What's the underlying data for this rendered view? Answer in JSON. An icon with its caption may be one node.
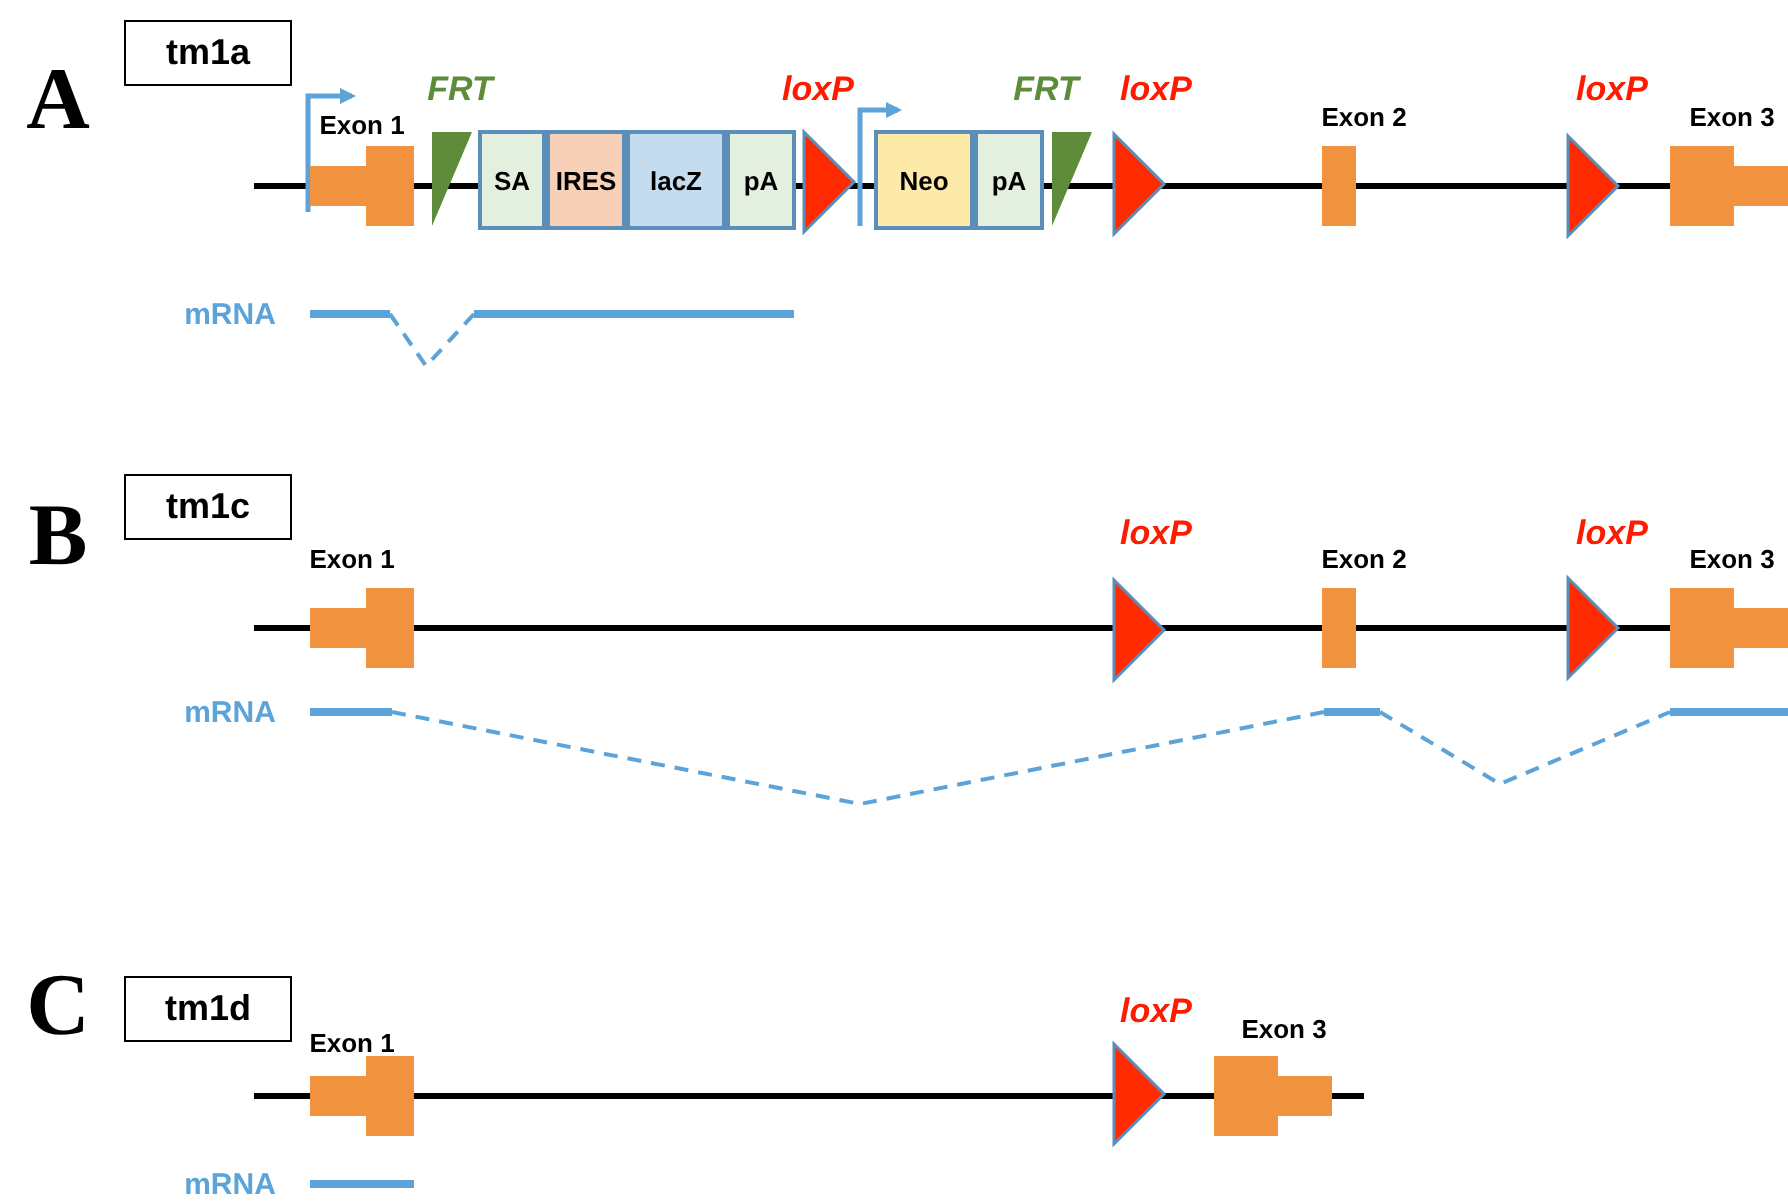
{
  "diagram": {
    "nodes": [
      {
        "text": [
          "tm1a"
        ]
      },
      {
        "text": [
          "Exon 1"
        ]
      },
      {
        "text": [
          "FRT"
        ]
      },
      {
        "text": [
          "SA"
        ]
      },
      {
        "text": [
          "IRES"
        ]
      },
      {
        "text": [
          "lacZ"
        ]
      },
      {
        "text": [
          "pA"
        ]
      },
      {
        "text": [
          "loxP"
        ]
      },
      {
        "text": [
          "Neo"
        ]
      },
      {
        "text": [
          "pA"
        ]
      },
      {
        "text": [
          "FRT"
        ]
      },
      {
        "text": [
          "loxP"
        ]
      },
      {
        "text": [
          "Exon 2"
        ]
      },
      {
        "text": [
          "loxP"
        ]
      },
      {
        "text": [
          "Exon 3"
        ]
      },
      {
        "text": [
          "tm1c"
        ]
      },
      {
        "text": [
          "Exon 1"
        ]
      },
      {
        "text": [
          "loxP"
        ]
      },
      {
        "text": [
          "Exon 2"
        ]
      },
      {
        "text": [
          "loxP"
        ]
      },
      {
        "text": [
          "Exon 3"
        ]
      },
      {
        "text": [
          "tm1d"
        ]
      },
      {
        "text": [
          "Exon 1"
        ]
      },
      {
        "text": [
          "loxP"
        ]
      },
      {
        "text": [
          "Exon 3"
        ]
      }
    ],
    "labels": [
      "A",
      "mRNA",
      "B",
      "mRNA",
      "C",
      "mRNA"
    ]
  }
}
